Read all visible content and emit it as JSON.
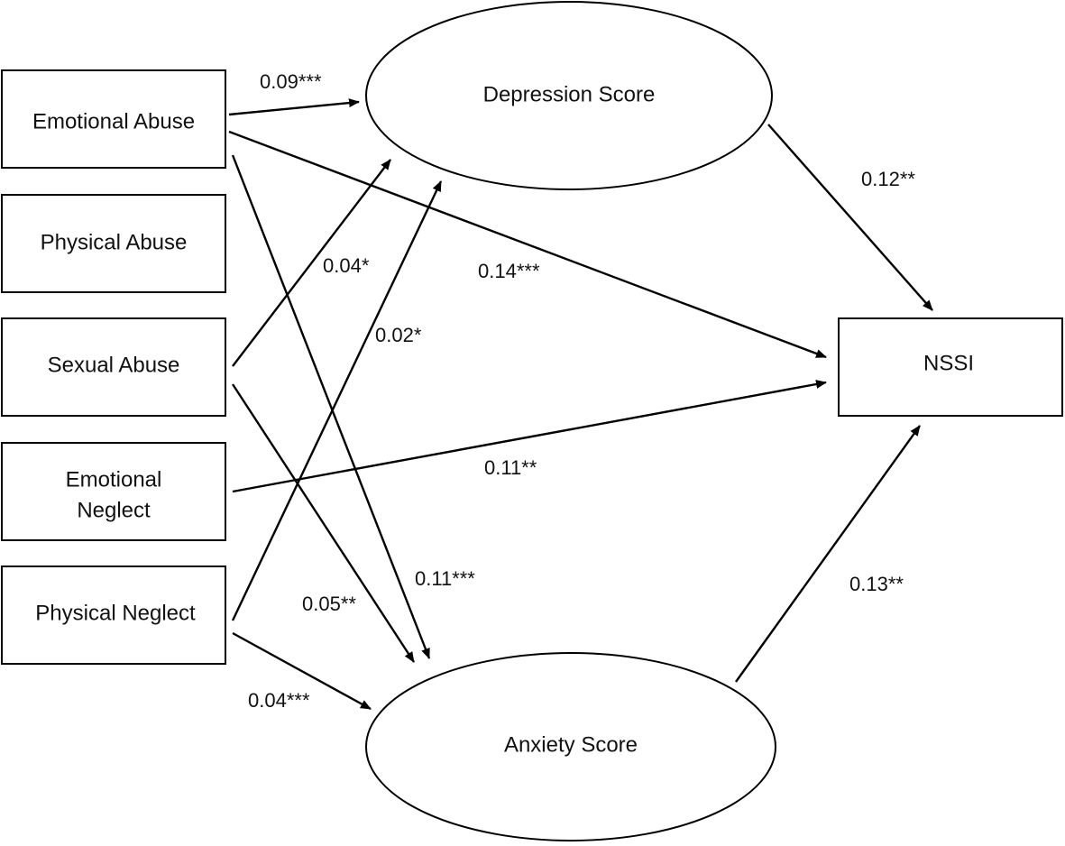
{
  "nodes": {
    "emotional_abuse": "Emotional Abuse",
    "physical_abuse": "Physical Abuse",
    "sexual_abuse": "Sexual Abuse",
    "emotional_neglect_line1": "Emotional",
    "emotional_neglect_line2": "Neglect",
    "physical_neglect": "Physical Neglect",
    "depression_score": "Depression Score",
    "anxiety_score": "Anxiety Score",
    "nssi": "NSSI"
  },
  "paths": [
    {
      "from": "Emotional Abuse",
      "to": "Depression Score",
      "coef": "0.09***"
    },
    {
      "from": "Emotional Abuse",
      "to": "NSSI",
      "coef": "0.14***"
    },
    {
      "from": "Emotional Abuse",
      "to": "Anxiety Score",
      "coef": "0.11***"
    },
    {
      "from": "Sexual Abuse",
      "to": "Depression Score",
      "coef": "0.04*"
    },
    {
      "from": "Sexual Abuse",
      "to": "Anxiety Score",
      "coef": "0.05**"
    },
    {
      "from": "Emotional Neglect",
      "to": "NSSI",
      "coef": "0.11**"
    },
    {
      "from": "Physical Neglect",
      "to": "Depression Score",
      "coef": "0.02*"
    },
    {
      "from": "Physical Neglect",
      "to": "Anxiety Score",
      "coef": "0.04***"
    },
    {
      "from": "Depression Score",
      "to": "NSSI",
      "coef": "0.12**"
    },
    {
      "from": "Anxiety Score",
      "to": "NSSI",
      "coef": "0.13**"
    }
  ]
}
